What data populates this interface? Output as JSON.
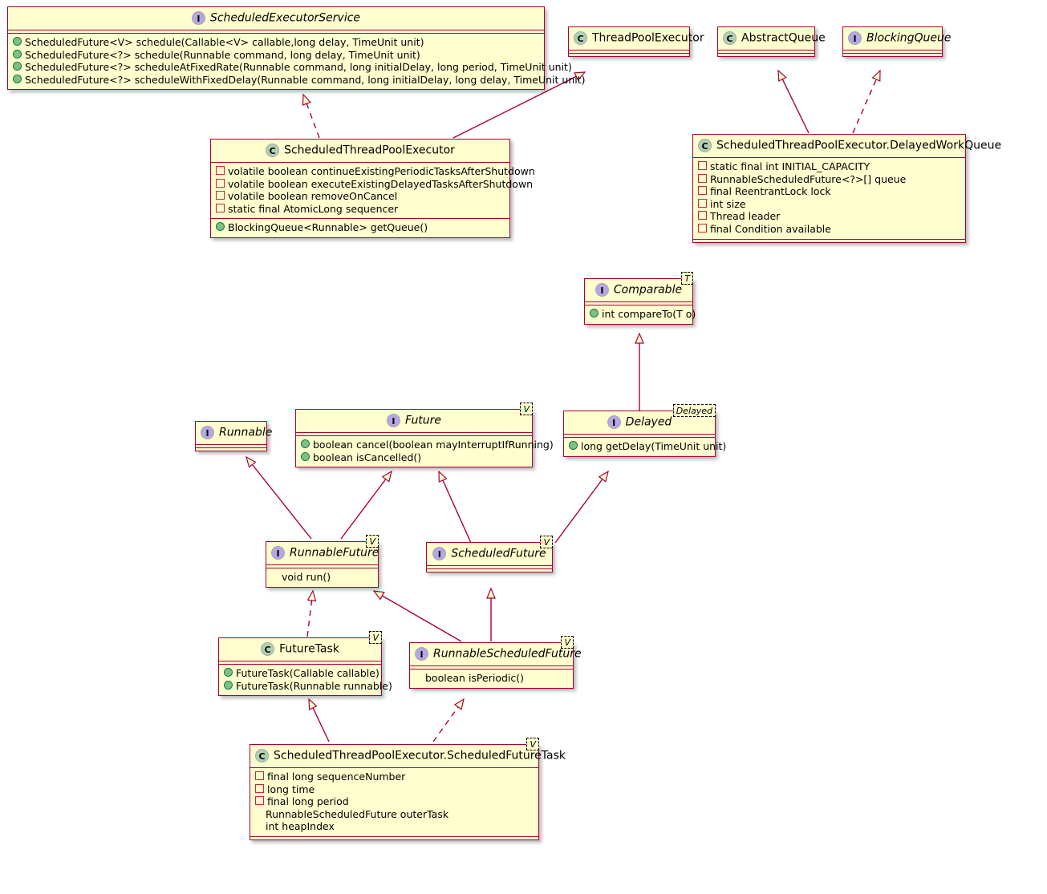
{
  "diagram": {
    "title": "Java ScheduledThreadPoolExecutor class diagram",
    "colors": {
      "fill": "#FEFECE",
      "border": "#A80036",
      "interface_badge": "#B4A7E5",
      "class_badge": "#ADD1B2",
      "public_marker": "#84BE84",
      "private_marker": "#C82930"
    }
  },
  "classes": {
    "scheduled_executor_service": {
      "name": "ScheduledExecutorService",
      "stereotype": "I",
      "abstract": true,
      "generic": "",
      "fields": [],
      "methods": [
        {
          "visibility": "public",
          "text": "ScheduledFuture<V> schedule(Callable<V> callable,long delay, TimeUnit unit)"
        },
        {
          "visibility": "public",
          "text": "ScheduledFuture<?> schedule(Runnable command, long delay, TimeUnit unit)"
        },
        {
          "visibility": "public",
          "text": "ScheduledFuture<?> scheduleAtFixedRate(Runnable command, long initialDelay, long period, TimeUnit unit)"
        },
        {
          "visibility": "public",
          "text": "ScheduledFuture<?> scheduleWithFixedDelay(Runnable command, long initialDelay, long delay, TimeUnit unit)"
        }
      ]
    },
    "thread_pool_executor": {
      "name": "ThreadPoolExecutor",
      "stereotype": "C",
      "abstract": false,
      "generic": "",
      "fields": [],
      "methods": []
    },
    "abstract_queue": {
      "name": "AbstractQueue",
      "stereotype": "C",
      "abstract": false,
      "generic": "",
      "fields": [],
      "methods": []
    },
    "blocking_queue": {
      "name": "BlockingQueue",
      "stereotype": "I",
      "abstract": true,
      "generic": "",
      "fields": [],
      "methods": []
    },
    "scheduled_thread_pool_executor": {
      "name": "ScheduledThreadPoolExecutor",
      "stereotype": "C",
      "abstract": false,
      "generic": "",
      "fields": [
        {
          "visibility": "private",
          "text": "volatile boolean continueExistingPeriodicTasksAfterShutdown"
        },
        {
          "visibility": "private",
          "text": "volatile boolean executeExistingDelayedTasksAfterShutdown"
        },
        {
          "visibility": "private",
          "text": "volatile boolean removeOnCancel"
        },
        {
          "visibility": "private",
          "text": "static final AtomicLong sequencer"
        }
      ],
      "methods": [
        {
          "visibility": "public",
          "text": "BlockingQueue<Runnable> getQueue()"
        }
      ]
    },
    "delayed_work_queue": {
      "name": "ScheduledThreadPoolExecutor.DelayedWorkQueue",
      "stereotype": "C",
      "abstract": false,
      "generic": "",
      "fields": [
        {
          "visibility": "private",
          "text": "static final int INITIAL_CAPACITY"
        },
        {
          "visibility": "private",
          "text": "RunnableScheduledFuture<?>[] queue"
        },
        {
          "visibility": "private",
          "text": "final ReentrantLock lock"
        },
        {
          "visibility": "private",
          "text": "int size"
        },
        {
          "visibility": "private",
          "text": "Thread leader"
        },
        {
          "visibility": "private",
          "text": "final Condition available"
        }
      ],
      "methods": []
    },
    "comparable": {
      "name": "Comparable",
      "stereotype": "I",
      "abstract": true,
      "generic": "T",
      "fields": [],
      "methods": [
        {
          "visibility": "public",
          "text": "int compareTo(T o)"
        }
      ]
    },
    "runnable": {
      "name": "Runnable",
      "stereotype": "I",
      "abstract": true,
      "generic": "",
      "fields": [],
      "methods": []
    },
    "future": {
      "name": "Future",
      "stereotype": "I",
      "abstract": true,
      "generic": "V",
      "fields": [],
      "methods": [
        {
          "visibility": "public",
          "text": "boolean cancel(boolean mayInterruptIfRunning)"
        },
        {
          "visibility": "public",
          "text": "boolean isCancelled()"
        }
      ]
    },
    "delayed": {
      "name": "Delayed",
      "stereotype": "I",
      "abstract": true,
      "generic": "Delayed",
      "fields": [],
      "methods": [
        {
          "visibility": "public",
          "text": "long getDelay(TimeUnit unit)"
        }
      ]
    },
    "runnable_future": {
      "name": "RunnableFuture",
      "stereotype": "I",
      "abstract": true,
      "generic": "V",
      "fields": [],
      "methods": [
        {
          "visibility": "none",
          "text": "void run()"
        }
      ]
    },
    "scheduled_future": {
      "name": "ScheduledFuture",
      "stereotype": "I",
      "abstract": true,
      "generic": "V",
      "fields": [],
      "methods": []
    },
    "future_task": {
      "name": "FutureTask",
      "stereotype": "C",
      "abstract": false,
      "generic": "V",
      "fields": [],
      "methods": [
        {
          "visibility": "public",
          "text": "FutureTask(Callable callable)"
        },
        {
          "visibility": "public",
          "text": "FutureTask(Runnable runnable)"
        }
      ]
    },
    "runnable_scheduled_future": {
      "name": "RunnableScheduledFuture",
      "stereotype": "I",
      "abstract": true,
      "generic": "V",
      "fields": [],
      "methods": [
        {
          "visibility": "none",
          "text": "boolean isPeriodic()"
        }
      ]
    },
    "scheduled_future_task": {
      "name": "ScheduledThreadPoolExecutor.ScheduledFutureTask",
      "stereotype": "C",
      "abstract": false,
      "generic": "V",
      "fields": [
        {
          "visibility": "private",
          "text": "final long sequenceNumber"
        },
        {
          "visibility": "private",
          "text": "long time"
        },
        {
          "visibility": "private",
          "text": "final long period"
        },
        {
          "visibility": "none",
          "text": "RunnableScheduledFuture outerTask"
        },
        {
          "visibility": "none",
          "text": "int heapIndex"
        }
      ],
      "methods": []
    }
  },
  "relationships": [
    {
      "from": "ScheduledThreadPoolExecutor",
      "to": "ScheduledExecutorService",
      "type": "implements"
    },
    {
      "from": "ScheduledThreadPoolExecutor",
      "to": "ThreadPoolExecutor",
      "type": "extends"
    },
    {
      "from": "ScheduledThreadPoolExecutor.DelayedWorkQueue",
      "to": "AbstractQueue",
      "type": "extends"
    },
    {
      "from": "ScheduledThreadPoolExecutor.DelayedWorkQueue",
      "to": "BlockingQueue",
      "type": "implements"
    },
    {
      "from": "Delayed",
      "to": "Comparable",
      "type": "extends"
    },
    {
      "from": "RunnableFuture",
      "to": "Runnable",
      "type": "extends"
    },
    {
      "from": "RunnableFuture",
      "to": "Future",
      "type": "extends"
    },
    {
      "from": "ScheduledFuture",
      "to": "Future",
      "type": "extends"
    },
    {
      "from": "ScheduledFuture",
      "to": "Delayed",
      "type": "extends"
    },
    {
      "from": "FutureTask",
      "to": "RunnableFuture",
      "type": "implements"
    },
    {
      "from": "RunnableScheduledFuture",
      "to": "RunnableFuture",
      "type": "extends"
    },
    {
      "from": "RunnableScheduledFuture",
      "to": "ScheduledFuture",
      "type": "extends"
    },
    {
      "from": "ScheduledThreadPoolExecutor.ScheduledFutureTask",
      "to": "FutureTask",
      "type": "extends"
    },
    {
      "from": "ScheduledThreadPoolExecutor.ScheduledFutureTask",
      "to": "RunnableScheduledFuture",
      "type": "implements"
    }
  ]
}
